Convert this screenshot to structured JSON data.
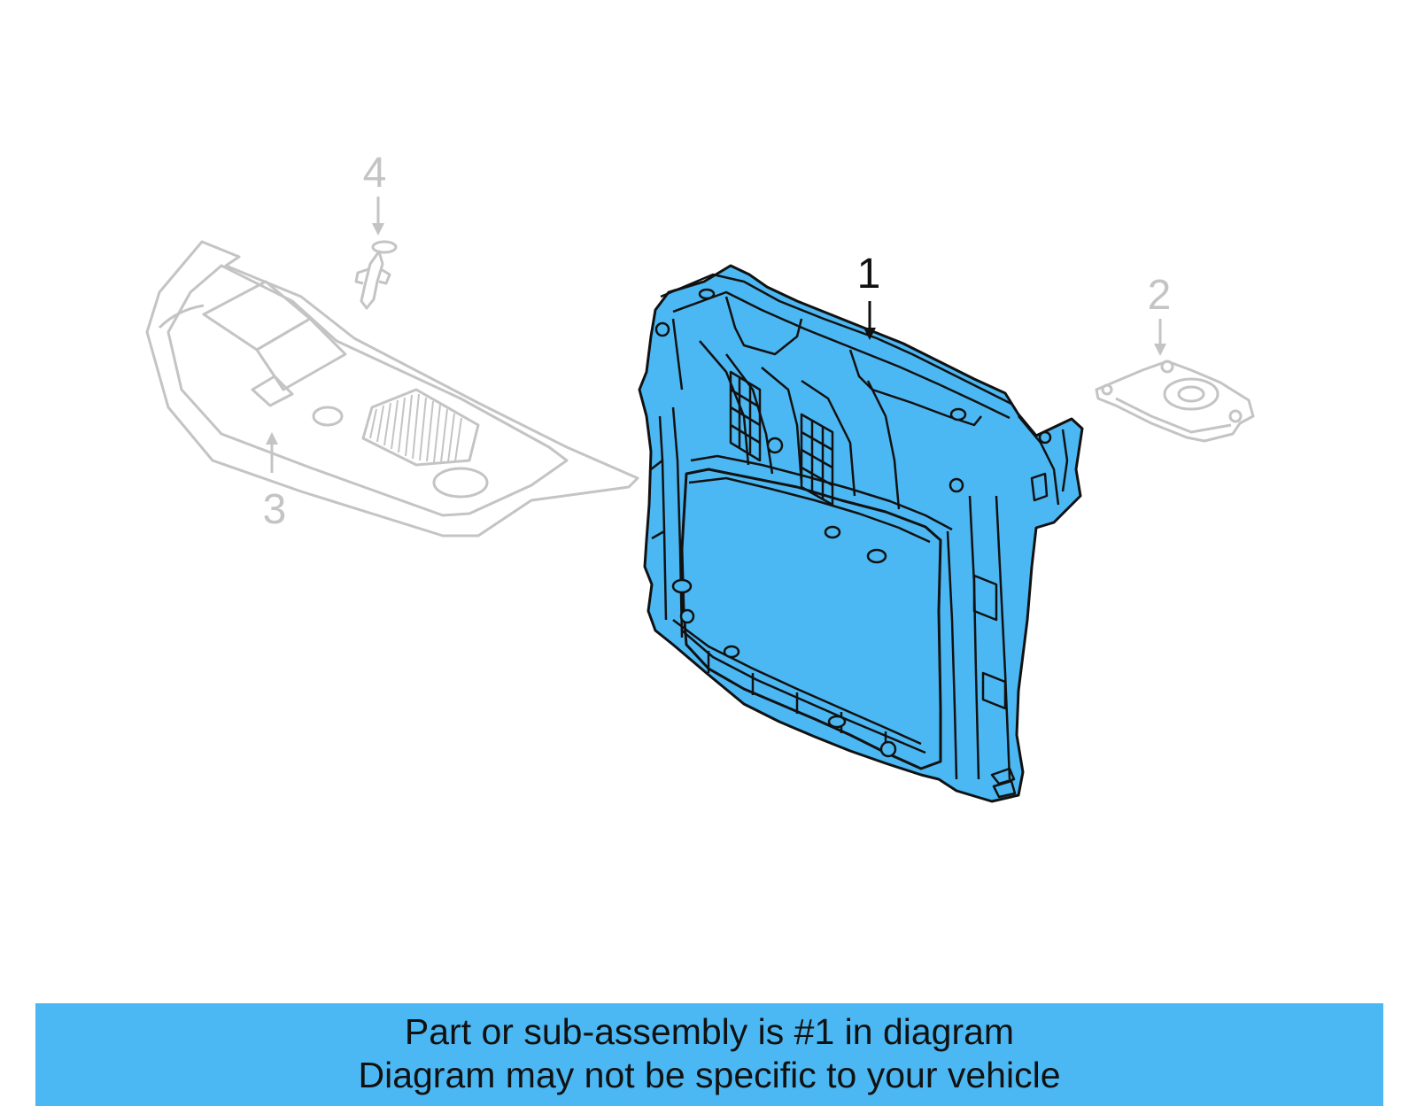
{
  "diagram": {
    "callouts": [
      {
        "number": "1",
        "highlighted": true
      },
      {
        "number": "2",
        "highlighted": false
      },
      {
        "number": "3",
        "highlighted": false
      },
      {
        "number": "4",
        "highlighted": false
      }
    ],
    "highlighted_part": {
      "callout": "1",
      "color": "#4cb8f3"
    },
    "context_part_color": "#c4c4c4"
  },
  "caption": {
    "line1": "Part or sub-assembly is #1 in diagram",
    "line2": "Diagram may not be specific to your vehicle",
    "background": "#4cb8f3"
  }
}
